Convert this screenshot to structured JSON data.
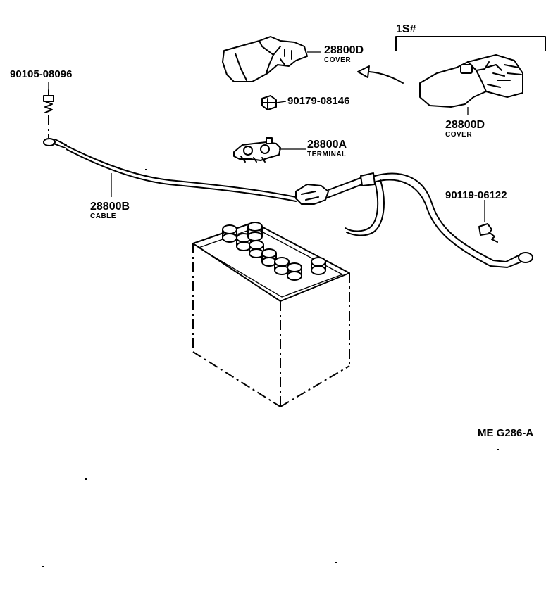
{
  "diagram": {
    "code": "ME G286-A",
    "group_label": "1S#",
    "parts": [
      {
        "number": "28800D",
        "name": "COVER"
      },
      {
        "number": "28800D",
        "name": "COVER"
      },
      {
        "number": "90179-08146",
        "name": ""
      },
      {
        "number": "28800A",
        "name": "TERMINAL"
      },
      {
        "number": "90105-08096",
        "name": ""
      },
      {
        "number": "28800B",
        "name": "CABLE"
      },
      {
        "number": "90119-06122",
        "name": ""
      }
    ]
  }
}
